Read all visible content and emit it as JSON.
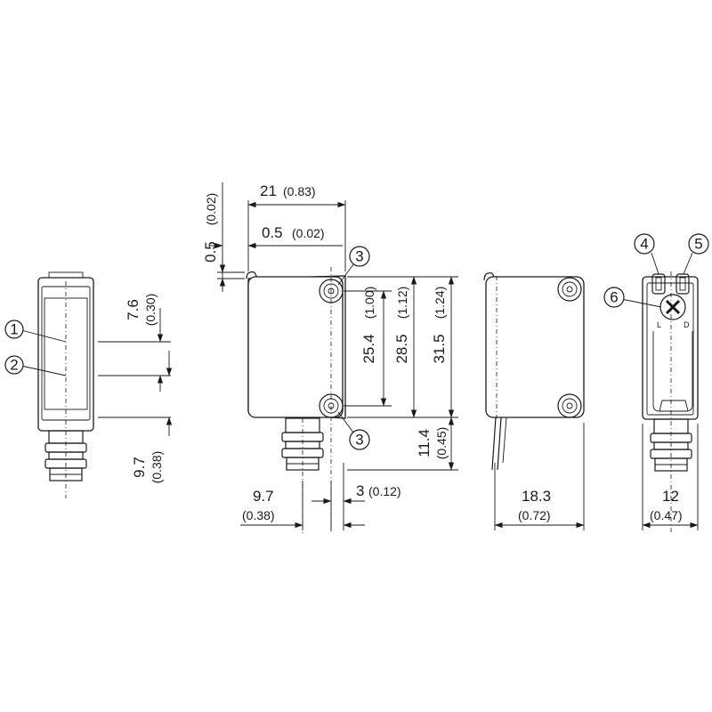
{
  "callouts": [
    "1",
    "2",
    "3",
    "3",
    "4",
    "5",
    "6"
  ],
  "dimensions": {
    "d_7_6": {
      "value": "7.6",
      "inch": "(0.30)"
    },
    "d_9_7_left": {
      "value": "9.7",
      "inch": "(0.38)"
    },
    "d_21": {
      "value": "21",
      "inch": "(0.83)"
    },
    "d_0_5_top": {
      "value": "0.5",
      "inch": "(0.02)"
    },
    "d_0_5_vert": {
      "value": "0.5",
      "inch": "(0.02)"
    },
    "d_25_4": {
      "value": "25.4",
      "inch": "(1.00)"
    },
    "d_28_5": {
      "value": "28.5",
      "inch": "(1.12)"
    },
    "d_31_5": {
      "value": "31.5",
      "inch": "(1.24)"
    },
    "d_11_4": {
      "value": "11.4",
      "inch": "(0.45)"
    },
    "d_9_7_bottom": {
      "value": "9.7",
      "inch": "(0.38)"
    },
    "d_3": {
      "value": "3",
      "inch": "(0.12)"
    },
    "d_18_3": {
      "value": "18.3",
      "inch": "(0.72)"
    },
    "d_12": {
      "value": "12",
      "inch": "(0.47)"
    }
  },
  "pot_labels": {
    "left": "L",
    "right": "D"
  }
}
